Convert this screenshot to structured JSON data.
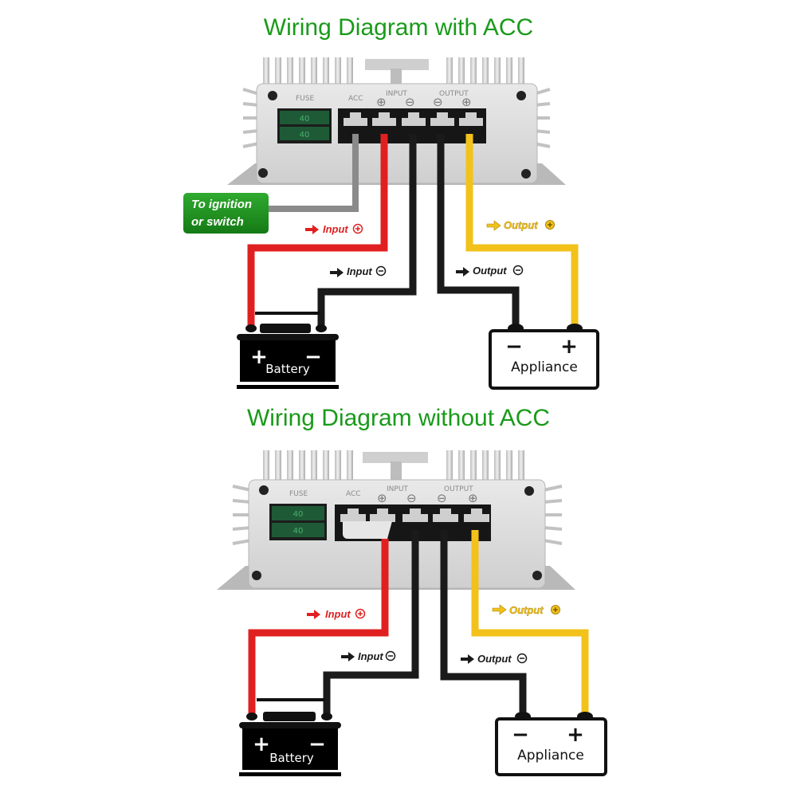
{
  "diagrams": [
    {
      "title": "Wiring Diagram with ACC",
      "device": {
        "fuse_label": "FUSE",
        "acc_label": "ACC",
        "input_label": "INPUT",
        "output_label": "OUTPUT",
        "terminal_symbols": [
          "⊕",
          "⊖",
          "⊖",
          "⊕"
        ],
        "fuse_values": [
          "40",
          "40"
        ]
      },
      "ignition_badge": [
        "To ignition",
        "or switch"
      ],
      "wires": {
        "input_pos": "Input",
        "input_neg": "Input",
        "output_pos": "Output",
        "output_neg": "Output"
      },
      "battery": {
        "label": "Battery",
        "plus": "+",
        "minus": "−"
      },
      "appliance": {
        "label": "Appliance",
        "plus": "+",
        "minus": "−"
      }
    },
    {
      "title": "Wiring Diagram without ACC",
      "device": {
        "fuse_label": "FUSE",
        "acc_label": "ACC",
        "input_label": "INPUT",
        "output_label": "OUTPUT",
        "terminal_symbols": [
          "⊕",
          "⊖",
          "⊖",
          "⊕"
        ],
        "fuse_values": [
          "40",
          "40"
        ]
      },
      "wires": {
        "input_pos": "Input",
        "input_neg": "Input",
        "output_pos": "Output",
        "output_neg": "Output"
      },
      "battery": {
        "label": "Battery",
        "plus": "+",
        "minus": "−"
      },
      "appliance": {
        "label": "Appliance",
        "plus": "+",
        "minus": "−"
      }
    }
  ],
  "colors": {
    "title": "#1a9a1a",
    "wire_red": "#e02020",
    "wire_black": "#1a1a1a",
    "wire_yellow": "#f2c21a",
    "wire_gray": "#8a8a8a",
    "badge_green": "#1f8f1f"
  }
}
